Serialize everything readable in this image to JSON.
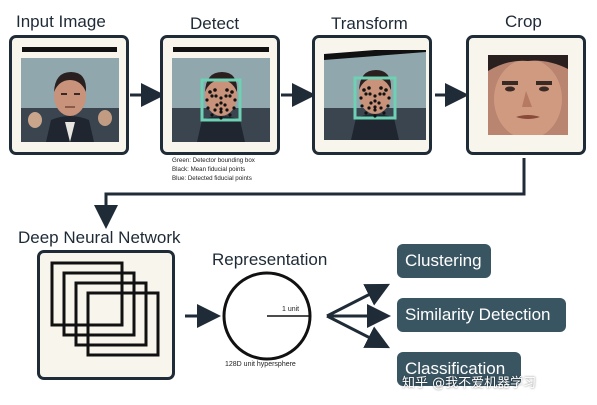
{
  "stages": {
    "input": "Input Image",
    "detect": "Detect",
    "transform": "Transform",
    "crop": "Crop"
  },
  "legend": {
    "green": "Green: Detector bounding box",
    "black": "Black: Mean fiducial points",
    "blue": "Blue: Detected fiducial points"
  },
  "network": {
    "title": "Deep Neural Network"
  },
  "representation": {
    "title": "Representation",
    "unit_label": "1 unit",
    "caption": "128D unit hypersphere"
  },
  "outputs": [
    "Clustering",
    "Similarity Detection",
    "Classification"
  ],
  "watermark": "知乎 @我不爱机器学习",
  "colors": {
    "frame_border": "#1f2b37",
    "frame_fill": "#f7f5ec",
    "pill_fill": "#3a5562",
    "bbox_green": "#6fd1b4",
    "arrow": "#1f2b37"
  }
}
